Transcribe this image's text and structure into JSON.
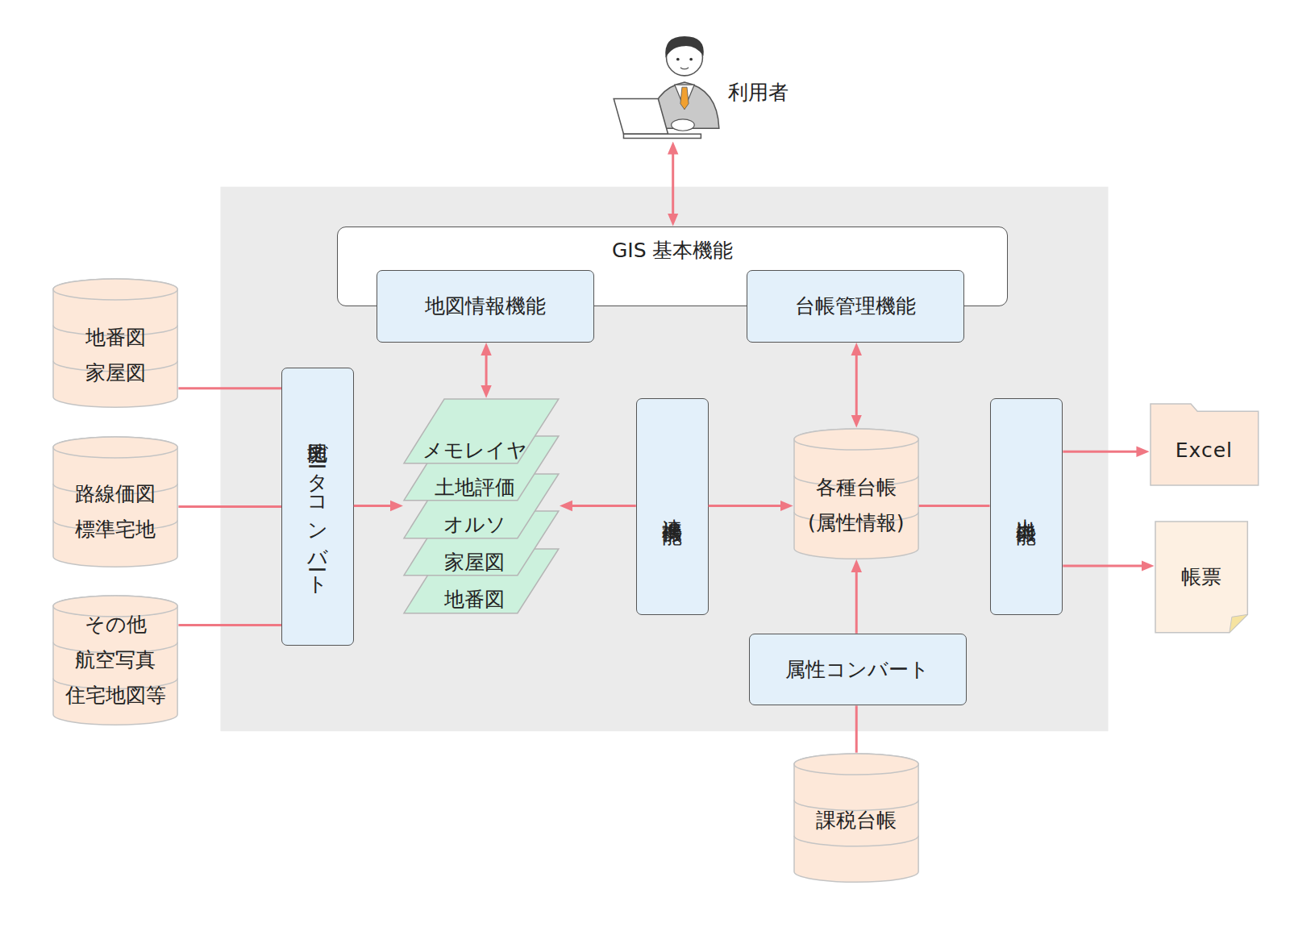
{
  "diagram": {
    "nodes": [
      {
        "text": [
          "利用者"
        ]
      },
      {
        "text": [
          "GIS 基本機能"
        ]
      },
      {
        "text": [
          "地図情報機能"
        ],
        "in": 1
      },
      {
        "text": [
          "台帳管理機能"
        ],
        "in": 1
      },
      {
        "text": [
          "地番図 家屋図"
        ]
      },
      {
        "text": [
          "路線価図 標準宅地"
        ]
      },
      {
        "text": [
          "その他 航空写真 住宅地図等"
        ]
      },
      {
        "text": [
          "地図データコンバート"
        ]
      },
      {
        "text": [
          "メモレイヤ"
        ]
      },
      {
        "text": [
          "土地評価"
        ]
      },
      {
        "text": [
          "オルソ"
        ]
      },
      {
        "text": [
          "家屋図"
        ]
      },
      {
        "text": [
          "地番図"
        ]
      },
      {
        "text": [
          "連携機能"
        ]
      },
      {
        "text": [
          "各種台帳 (属性情報)"
        ]
      },
      {
        "text": [
          "出力機能"
        ]
      },
      {
        "text": [
          "Excel"
        ]
      },
      {
        "text": [
          "帳票"
        ]
      },
      {
        "text": [
          "属性コンバート"
        ]
      },
      {
        "text": [
          "課税台帳"
        ]
      }
    ],
    "edges": [
      {
        "from": 0,
        "to": 1,
        "arrow": "both"
      },
      {
        "from": 2,
        "to": 8,
        "arrow": "both"
      },
      {
        "from": 3,
        "to": 14,
        "arrow": "both"
      },
      {
        "from": 4,
        "to": 7,
        "arrow": "none"
      },
      {
        "from": 5,
        "to": 7,
        "arrow": "none"
      },
      {
        "from": 6,
        "to": 7,
        "arrow": "none"
      },
      {
        "from": 7,
        "to": 10,
        "arrow": "to"
      },
      {
        "from": 13,
        "to": 10,
        "arrow": "to"
      },
      {
        "from": 13,
        "to": 14,
        "arrow": "to"
      },
      {
        "from": 14,
        "to": 15,
        "arrow": "none"
      },
      {
        "from": 15,
        "to": 16,
        "arrow": "to"
      },
      {
        "from": 15,
        "to": 17,
        "arrow": "to"
      },
      {
        "from": 18,
        "to": 14,
        "arrow": "to"
      },
      {
        "from": 19,
        "to": 18,
        "arrow": "none"
      }
    ]
  }
}
